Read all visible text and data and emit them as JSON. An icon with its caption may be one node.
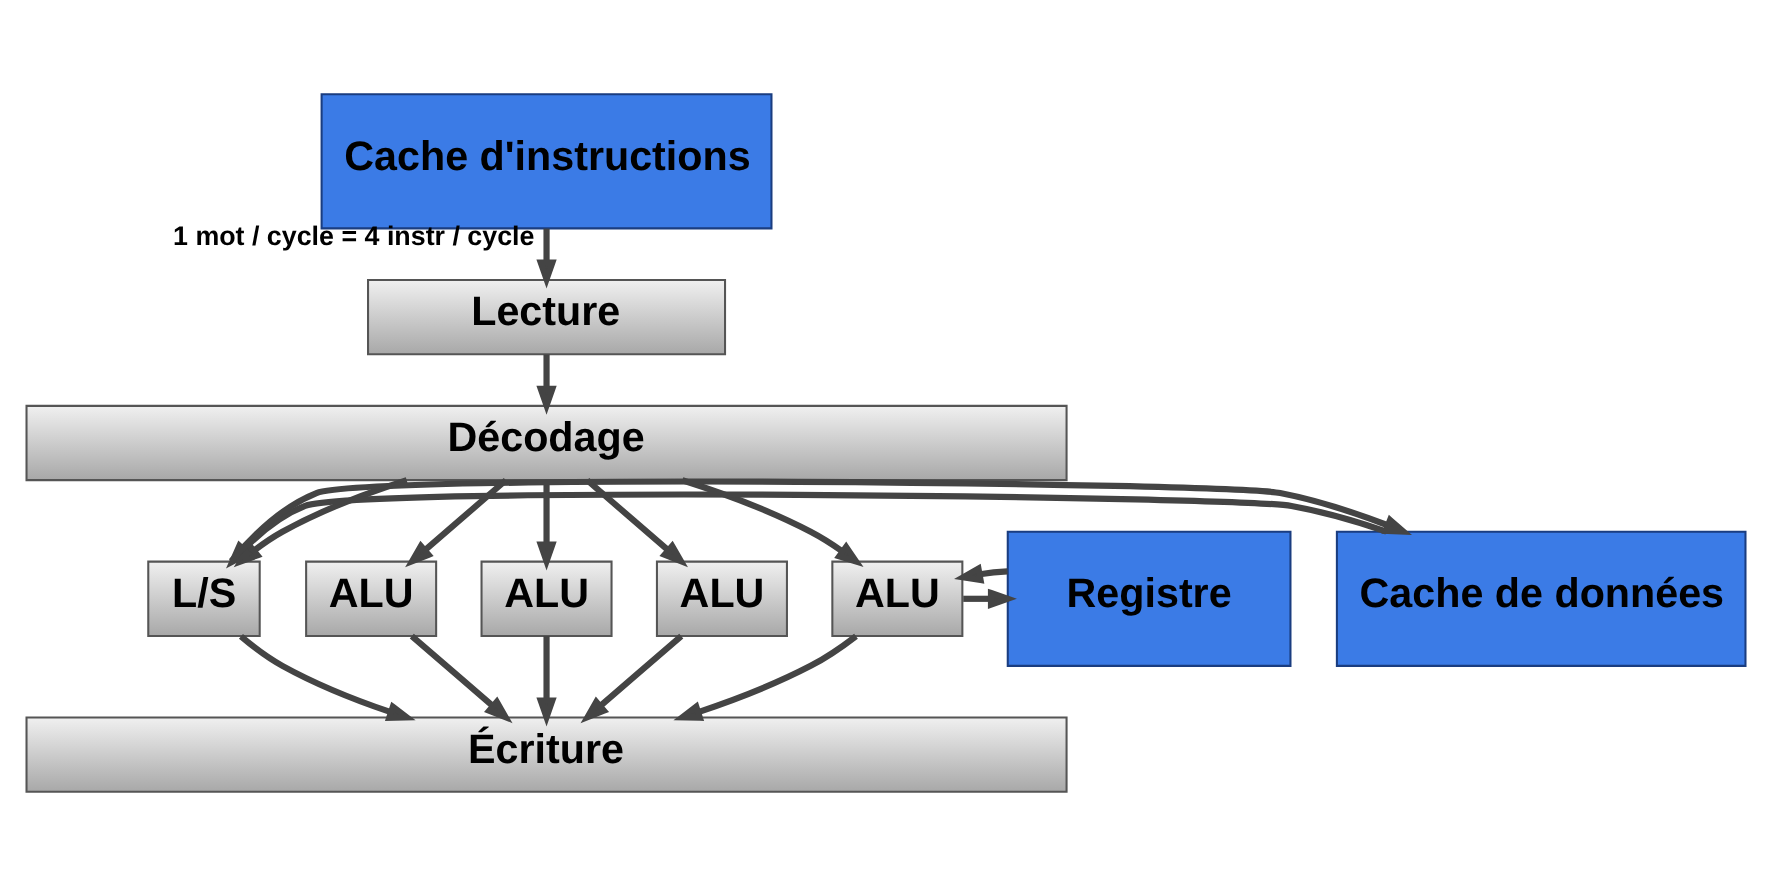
{
  "diagram": {
    "nodes": [
      {
        "text": [
          "Cache d'instructions"
        ]
      },
      {
        "text": [
          "Lecture"
        ]
      },
      {
        "text": [
          "Décodage"
        ]
      },
      {
        "text": [
          "Cache de données"
        ]
      },
      {
        "text": [
          "L/S"
        ]
      },
      {
        "text": [
          "ALU"
        ]
      },
      {
        "text": [
          "ALU"
        ]
      },
      {
        "text": [
          "ALU"
        ]
      },
      {
        "text": [
          "ALU"
        ]
      },
      {
        "text": [
          "Registre"
        ]
      },
      {
        "text": [
          "Écriture"
        ]
      }
    ],
    "edges": [
      {
        "from": 0,
        "to": 1,
        "arrow": "to",
        "label": "1 mot / cycle = 4 instr / cycle"
      },
      {
        "from": 1,
        "to": 2,
        "arrow": "to"
      },
      {
        "from": 2,
        "to": 4,
        "arrow": "to"
      },
      {
        "from": 2,
        "to": 5,
        "arrow": "to"
      },
      {
        "from": 2,
        "to": 6,
        "arrow": "to"
      },
      {
        "from": 2,
        "to": 7,
        "arrow": "to"
      },
      {
        "from": 2,
        "to": 8,
        "arrow": "to"
      },
      {
        "from": 3,
        "to": 4,
        "arrow": "to"
      },
      {
        "from": 4,
        "to": 3,
        "arrow": "to"
      },
      {
        "from": 8,
        "to": 9,
        "arrow": "to"
      },
      {
        "from": 9,
        "to": 8,
        "arrow": "to"
      },
      {
        "from": 4,
        "to": 10,
        "arrow": "to"
      },
      {
        "from": 5,
        "to": 10,
        "arrow": "to"
      },
      {
        "from": 6,
        "to": 10,
        "arrow": "to"
      },
      {
        "from": 7,
        "to": 10,
        "arrow": "to"
      },
      {
        "from": 8,
        "to": 10,
        "arrow": "to"
      }
    ]
  }
}
